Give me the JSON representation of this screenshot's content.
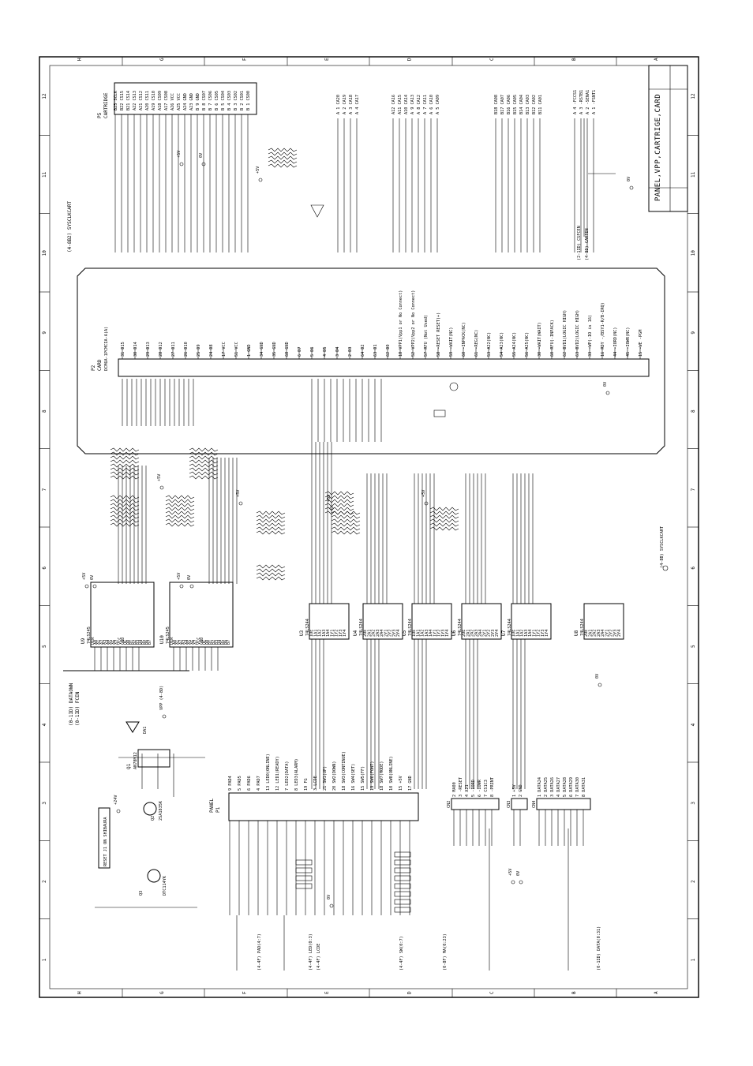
{
  "title_block": {
    "title": "PANEL,VPP,CARTRIGE,CARD"
  },
  "frame": {
    "col_labels": [
      "H",
      "G",
      "F",
      "E",
      "D",
      "C",
      "B",
      "A"
    ],
    "row_labels": [
      "12",
      "11",
      "10",
      "9",
      "8",
      "7",
      "6",
      "5",
      "4",
      "3",
      "2",
      "1"
    ]
  },
  "blocks": {
    "p5": {
      "ref": "P5",
      "name": "CARTRIDGE",
      "pins": [
        "B25 SCLK",
        "B22 CS15",
        "B21 CS14",
        "A22 CS13",
        "A21 CS12",
        "A20 CS11",
        "A19 CS10",
        "A18 CS09",
        "A17 CS08",
        "A26 VCC",
        "A25 VCC",
        "A24 GND",
        "A23 GND",
        "B 9 GND",
        "B 8 CS07",
        "B 7 CS06",
        "B 6 CS05",
        "B 5 CS04",
        "B 4 CS03",
        "B 3 CS02",
        "B 2 CS01",
        "B 1 CS00"
      ]
    },
    "p5b": {
      "pins": [
        "A 1 CA20",
        "A 2 CA19",
        "A 3 CA18",
        "A 4 CA17",
        "A12 CA16",
        "A11 CA15",
        "A10 CA14",
        "A 9 CA13",
        "A 8 CA12",
        "A 7 CA11",
        "A 6 CA10",
        "A 5 CA09",
        "B18 CA08",
        "B17 CA07",
        "B16 CA06",
        "B15 CA05",
        "B14 CA04",
        "B13 CA03",
        "B12 CA02",
        "B11 CA01",
        "A 4 -FCCS1",
        "A 3 -RSTB1",
        "A 2 -SENA1",
        "A 1 -FSNT1"
      ]
    },
    "p2": {
      "ref": "P2",
      "name": "CARD",
      "part": "DCM6A-1PCMCIA-A(A)",
      "pins": [
        "31 D15",
        "30 D14",
        "29 D13",
        "28 D12",
        "27 D11",
        "26 D10",
        "25 D9",
        "24 D8",
        "17 VCC",
        "51 VCC",
        "1 GND",
        "34 GND",
        "35 GND",
        "68 GND",
        "6 D7",
        "5 D6",
        "4 D5",
        "3 D4",
        "2 D3",
        "64 D2",
        "63 D1",
        "62 D0",
        "18 VPP1(Vpp1 or No Connect)",
        "52 VPP2(Vpp2 or No Connect)",
        "57 RFU (Not Used)",
        "58 -RESET RESET(+)",
        "59 -WAIT(NC)",
        "60 -INPACK(NC)",
        "61 -REG(NC)",
        "53 A22(NC)",
        "54 A23(NC)",
        "55 A24(NC)",
        "56 A25(NC)",
        "30 -WAIT(WAIT)",
        "60 RFU(-INPACK)",
        "62 BVD1(LOGIC HIGH)",
        "63 BVD2(LOGIC HIGH)",
        "33 -WP(-IO is 16)",
        "16 RDY -/BSY1-R/B-IRQ)",
        "44 -IORD(NC)",
        "45 -IOWR(NC)",
        "15 -WE -PGM"
      ]
    },
    "u9": {
      "ref": "U9",
      "part": "74LS245",
      "pins": [
        "DIR",
        "A0",
        "A1",
        "A2",
        "A3",
        "A4",
        "A5",
        "A6",
        "A7",
        "VCC",
        "GND",
        "OE",
        "B0",
        "B1",
        "B2",
        "B3",
        "B4",
        "B5",
        "B6",
        "B7"
      ]
    },
    "u10": {
      "ref": "U10",
      "part": "74LS245",
      "pins": [
        "DIR",
        "A0",
        "A1",
        "A2",
        "A3",
        "A4",
        "A5",
        "A6",
        "A7",
        "VCC",
        "GND",
        "OE",
        "B0",
        "B1",
        "B2",
        "B3",
        "B4",
        "B5",
        "B6",
        "B7"
      ]
    },
    "u3": {
      "ref": "U3",
      "part": "74LS244",
      "pins": [
        "1OE",
        "1A1",
        "1A2",
        "1A3",
        "1A4",
        "1Y1",
        "1Y2",
        "1Y3",
        "1Y4"
      ]
    },
    "u4": {
      "ref": "U4",
      "part": "74LS244",
      "pins": [
        "2OE",
        "2A1",
        "2A2",
        "2A3",
        "2A4",
        "2Y1",
        "2Y2",
        "2Y3",
        "2Y4"
      ]
    },
    "u5": {
      "ref": "U5",
      "part": "74LS244",
      "pins": [
        "1OE",
        "1A1",
        "1A2",
        "1A3",
        "1A4",
        "1Y1",
        "1Y2",
        "1Y3",
        "1Y4"
      ]
    },
    "u6": {
      "ref": "U6",
      "part": "74LS244",
      "pins": [
        "2OE",
        "2A1",
        "2A2",
        "2A3",
        "2A4",
        "2Y1",
        "2Y2",
        "2Y3",
        "2Y4"
      ]
    },
    "u7": {
      "ref": "U7",
      "part": "74LS244",
      "pins": [
        "1OE",
        "1A1",
        "1A2",
        "1A3",
        "1A4",
        "1Y1",
        "1Y2",
        "1Y3",
        "1Y4"
      ]
    },
    "u8": {
      "ref": "U8",
      "part": "74LS244",
      "pins": [
        "2OE",
        "2A1",
        "2A2",
        "2A3",
        "2A4",
        "2Y1",
        "2Y2",
        "2Y3",
        "2Y4"
      ]
    },
    "p1": {
      "ref": "P1",
      "name": "PANEL",
      "pins": [
        "9 PAD4",
        "5 PAD5",
        "6 PAD6",
        "4 PAD7",
        "13 LED0(ONLINE)",
        "12 LED1(READY)",
        "7 LED2(DATA)",
        "8 LED3(ALARM)",
        "19 FG",
        "3 LCDE",
        "21 SW1(UP)",
        "20 SW2(DOWN)",
        "18 SW3(CONTINUE)",
        "16 SW4(SET)",
        "15 SW5(FF)",
        "19 SW6(FONT)",
        "18 SW7(MODE)",
        "10 SW8(ONLINE)",
        "15 +5V",
        "17 GND"
      ]
    },
    "cn2": {
      "ref": "CN2",
      "pins": [
        "2 MA00",
        "3 -RESET",
        "4 X21",
        "5 -IORD",
        "6 -IOWR",
        "7 CS1C3",
        "8 -PRINT"
      ]
    },
    "cn3": {
      "ref": "CN3",
      "pins": [
        "1 +5V",
        "2 GND"
      ]
    },
    "cn4": {
      "ref": "CN4",
      "pins": [
        "1 DATA24",
        "2 DATA25",
        "3 DATA26",
        "4 DATA27",
        "5 DATA28",
        "6 DATA29",
        "7 DATA30",
        "8 DATA31"
      ]
    },
    "vpp": {
      "q1": "Q1",
      "q1_part": "AN78M12",
      "da1": "DA1",
      "q2": "Q2",
      "q2_part": "2SA1835K",
      "q3": "Q3",
      "q3_part": "DTC114YK",
      "note": "RESET J1 ON SHIBAURA"
    }
  },
  "nets": {
    "left_vertical": [
      "(4-8B2) SYSCLKCART",
      "(0-1ID) DATAOWN",
      "(0-1ID) FCEN"
    ],
    "bottom_refs": [
      "(4-4F) PAD(4:7)",
      "(4-4F) LED(0:3)",
      "(4-4F) LCDE",
      "(4-4F) SW(0:7)",
      "(0-8F) MA(0:23)",
      "(0-1ID) DATA(0:31)"
    ],
    "right_refs": [
      "(2-1ID) CSFCEN",
      "(4-8D) CARTEN",
      "(4-8B) SYSCLKCART"
    ],
    "supply": [
      "+5V",
      "0V",
      "+24V",
      "VPP (4-8D)"
    ]
  }
}
